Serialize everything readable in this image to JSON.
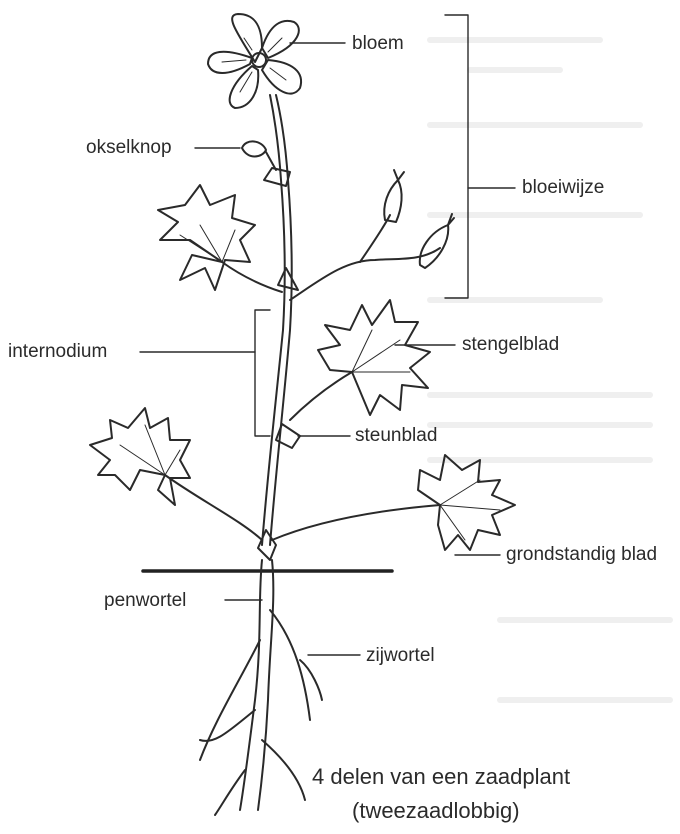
{
  "labels": {
    "bloem": "bloem",
    "okselknop": "okselknop",
    "bloeiwijze": "bloeiwijze",
    "internodium": "internodium",
    "stengelblad": "stengelblad",
    "steunblad": "steunblad",
    "grondstandig_blad": "grondstandig blad",
    "penwortel": "penwortel",
    "zijwortel": "zijwortel"
  },
  "caption": {
    "line1": "4 delen van een zaadplant",
    "line2": "(tweezaadlobbig)"
  }
}
